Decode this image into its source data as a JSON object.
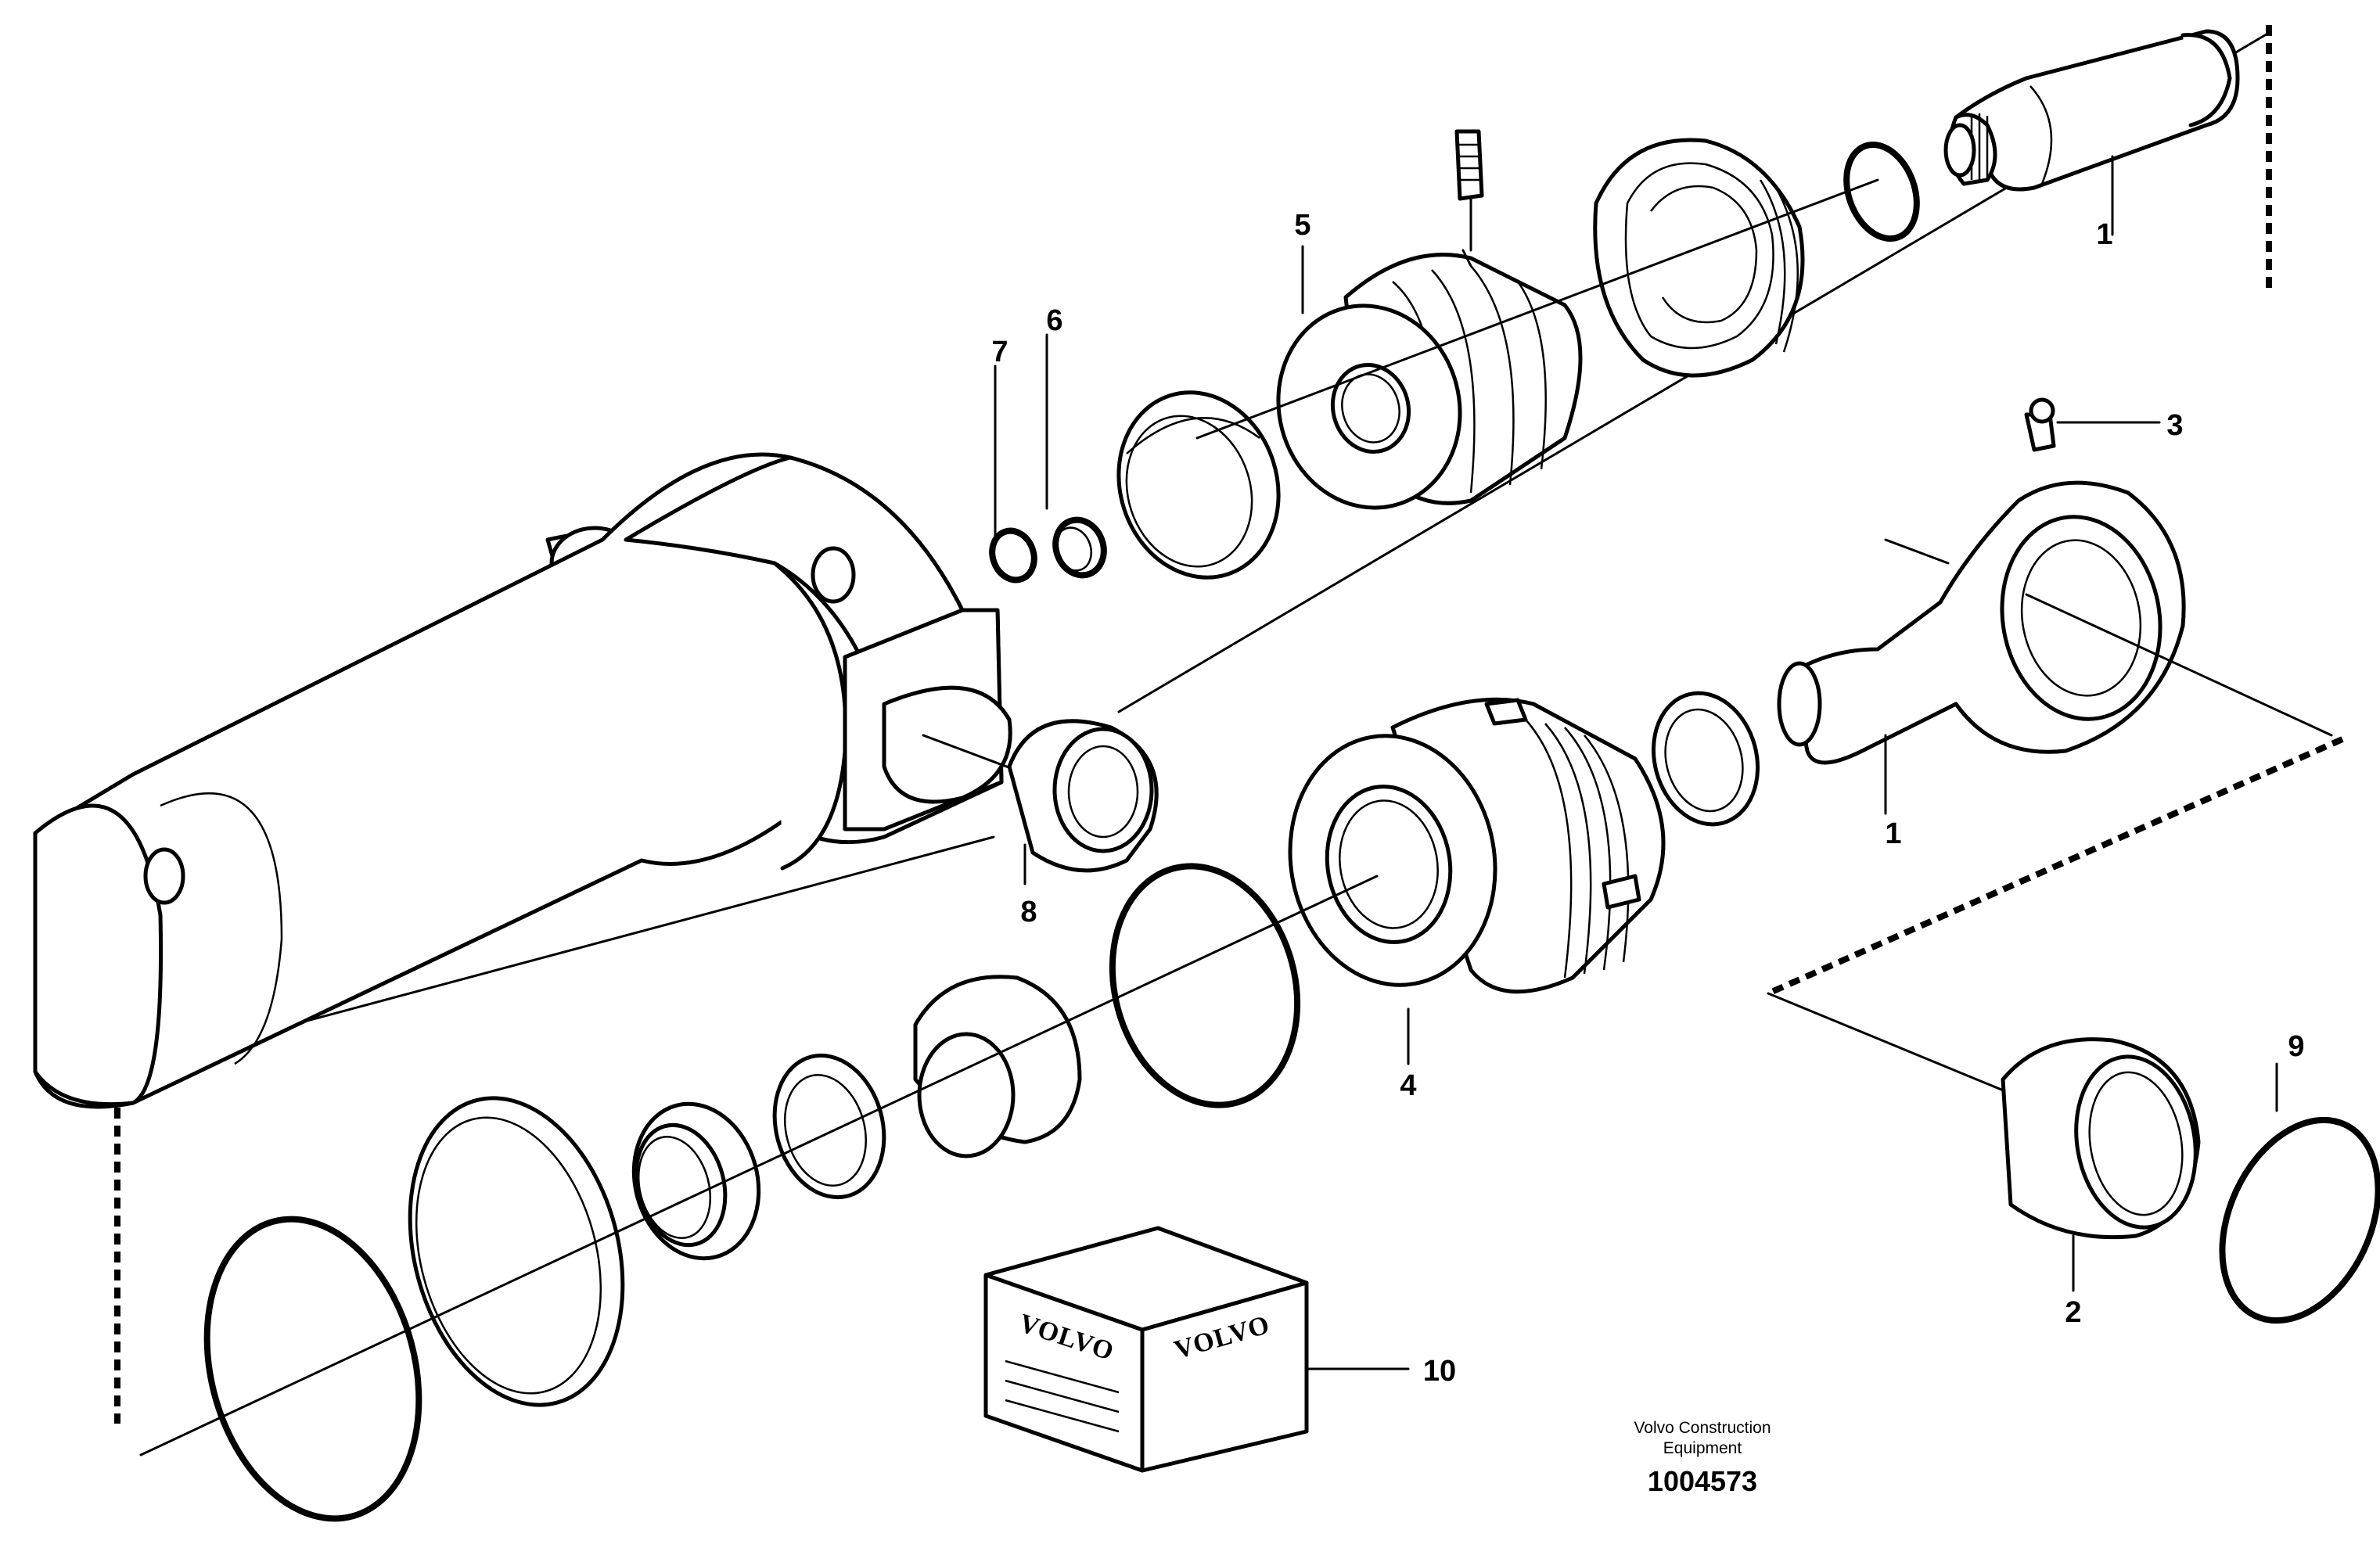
{
  "callouts": {
    "c1_rod_top": "1",
    "c1_rod_eye": "1",
    "c2": "2",
    "c3": "3",
    "c4": "4",
    "c5": "5",
    "c6": "6",
    "c7": "7",
    "c8": "8",
    "c9": "9",
    "c10": "10"
  },
  "kit_box": {
    "brand_left": "VOLVO",
    "brand_right": "VOLVO"
  },
  "footer": {
    "company_line1": "Volvo Construction",
    "company_line2": "Equipment",
    "drawing_number": "1004573"
  }
}
